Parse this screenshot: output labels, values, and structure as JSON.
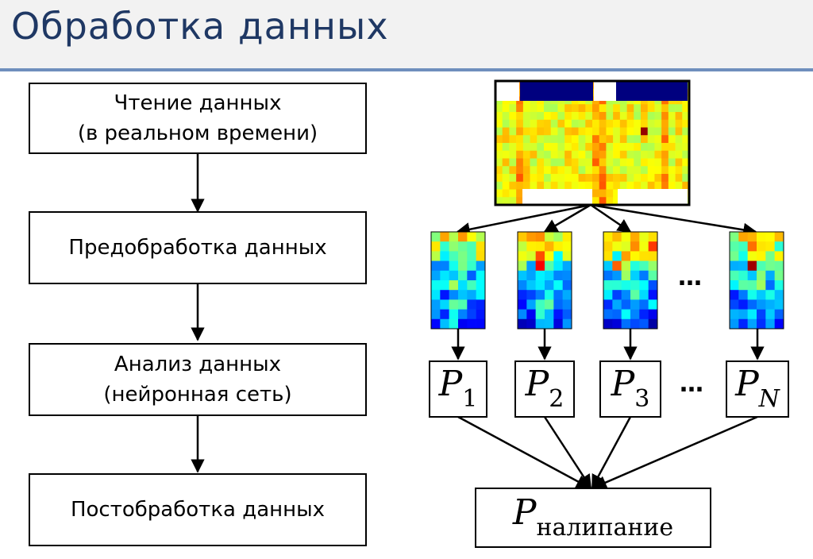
{
  "title": "Обработка данных",
  "steps": [
    {
      "label": "Чтение данных\n(в реальном времени)"
    },
    {
      "label": "Предобработка данных"
    },
    {
      "label": "Анализ данных\n(нейронная сеть)"
    },
    {
      "label": "Постобработка данных"
    }
  ],
  "probabilities": [
    {
      "symbol": "P",
      "sub": "1"
    },
    {
      "symbol": "P",
      "sub": "2"
    },
    {
      "symbol": "P",
      "sub": "3"
    },
    {
      "symbol": "P",
      "sub": "N"
    }
  ],
  "ellipsis": "…",
  "result": {
    "symbol": "P",
    "sub": "налипание"
  }
}
